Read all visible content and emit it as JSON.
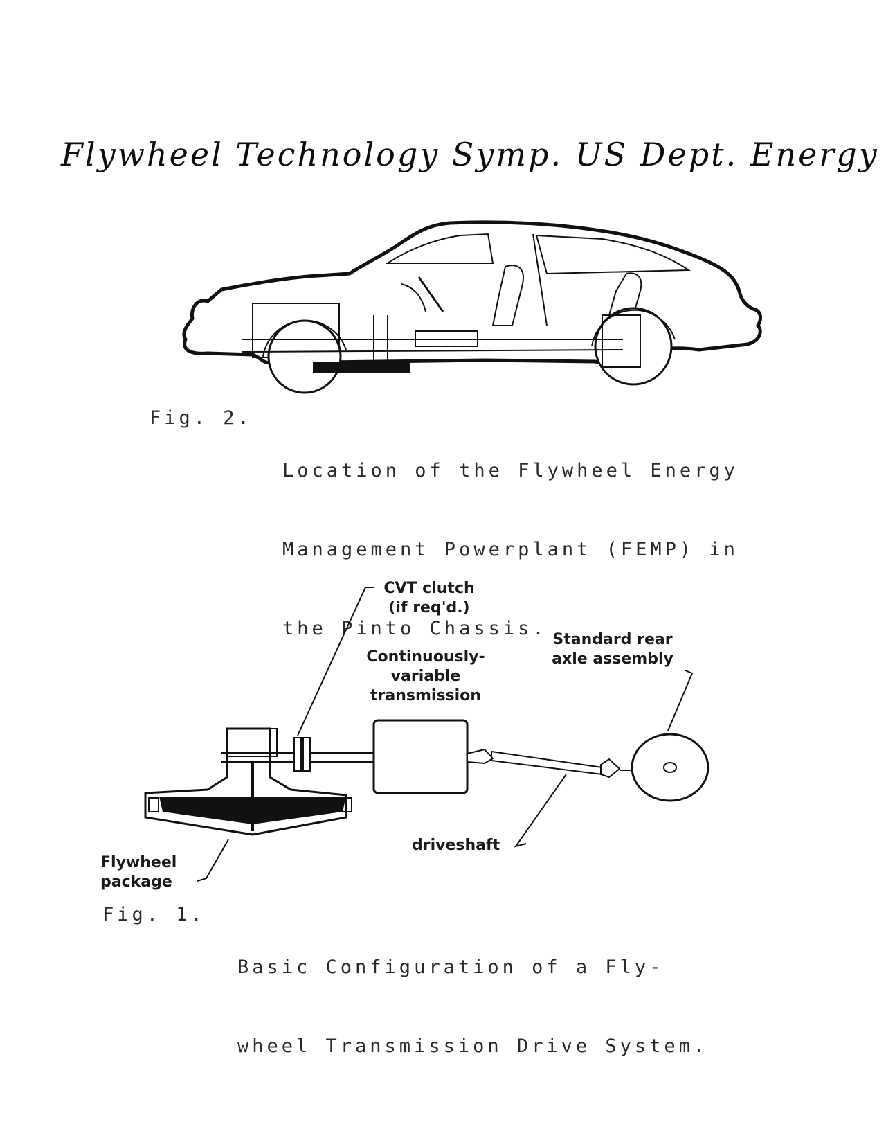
{
  "header": {
    "handwritten_note": "Flywheel Technology Symp. US Dept. Energy"
  },
  "figure_2": {
    "label": "Fig. 2.",
    "caption_lines": [
      "Location of the Flywheel Energy",
      "Management Powerplant (FEMP) in",
      "the Pinto Chassis."
    ]
  },
  "figure_1": {
    "label": "Fig. 1.",
    "caption_lines": [
      "Basic Configuration of a Fly-",
      "wheel Transmission Drive System."
    ],
    "callouts": {
      "cvt_clutch": [
        "CVT clutch",
        "(if req'd.)"
      ],
      "cvt": [
        "Continuously-",
        "variable",
        "transmission"
      ],
      "rear_axle": [
        "Standard rear",
        "axle assembly"
      ],
      "driveshaft": "driveshaft",
      "flywheel_package": [
        "Flywheel",
        "package"
      ]
    }
  }
}
